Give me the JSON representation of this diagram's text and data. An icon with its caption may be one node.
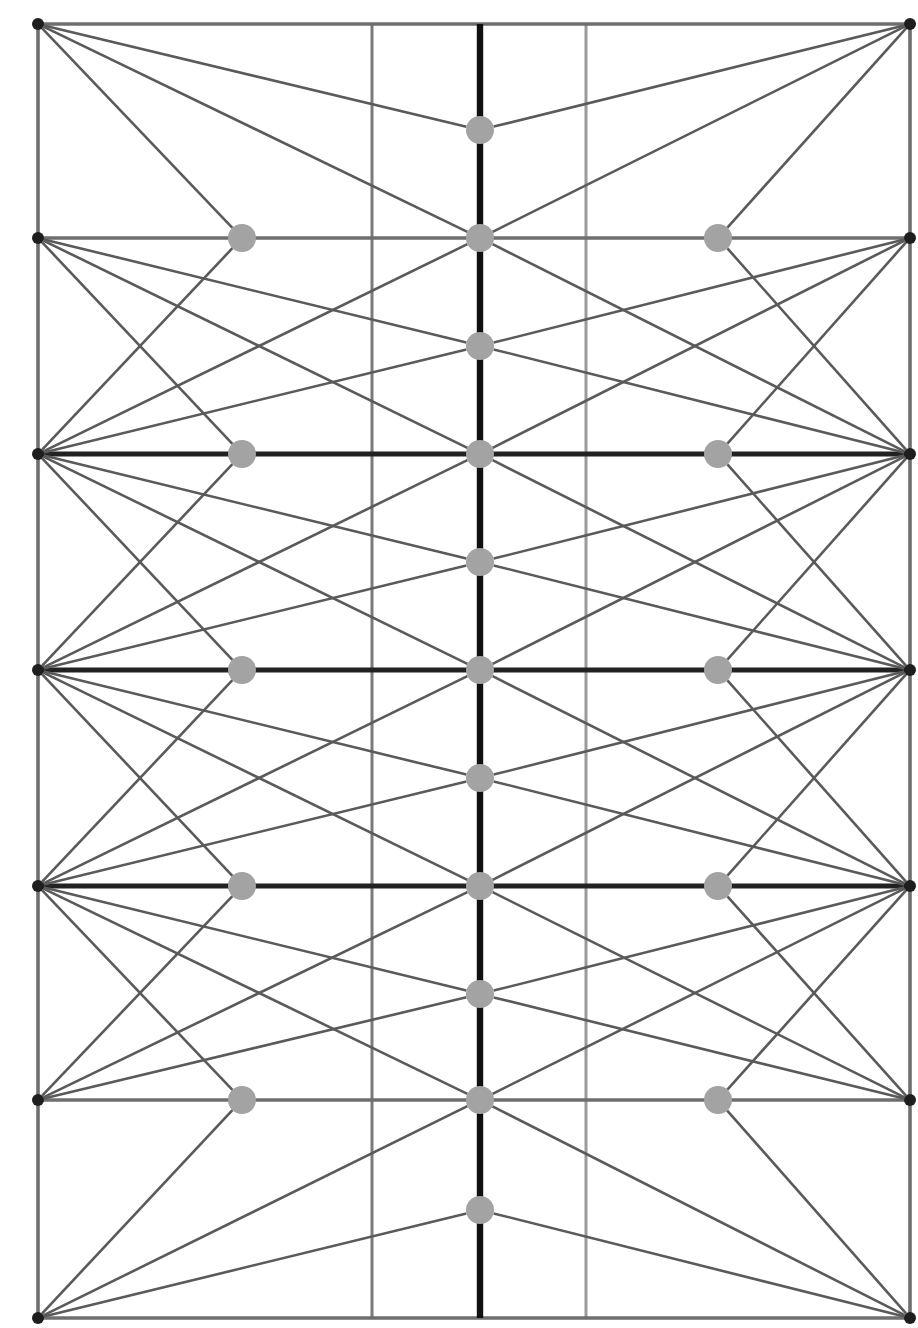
{
  "diagram": {
    "nodes": [
      {
        "text": [],
        "shape": "point"
      },
      {
        "text": [],
        "shape": "point"
      },
      {
        "text": [],
        "shape": "circle"
      },
      {
        "text": [],
        "shape": "point"
      },
      {
        "text": [],
        "shape": "circle"
      },
      {
        "text": [],
        "shape": "circle"
      },
      {
        "text": [],
        "shape": "circle"
      },
      {
        "text": [],
        "shape": "point"
      },
      {
        "text": [],
        "shape": "circle"
      },
      {
        "text": [],
        "shape": "point"
      },
      {
        "text": [],
        "shape": "circle"
      },
      {
        "text": [],
        "shape": "circle"
      },
      {
        "text": [],
        "shape": "circle"
      },
      {
        "text": [],
        "shape": "point"
      },
      {
        "text": [],
        "shape": "circle"
      },
      {
        "text": [],
        "shape": "point"
      },
      {
        "text": [],
        "shape": "circle"
      },
      {
        "text": [],
        "shape": "circle"
      },
      {
        "text": [],
        "shape": "circle"
      },
      {
        "text": [],
        "shape": "point"
      },
      {
        "text": [],
        "shape": "circle"
      },
      {
        "text": [],
        "shape": "point"
      },
      {
        "text": [],
        "shape": "circle"
      },
      {
        "text": [],
        "shape": "circle"
      },
      {
        "text": [],
        "shape": "circle"
      },
      {
        "text": [],
        "shape": "point"
      },
      {
        "text": [],
        "shape": "circle"
      },
      {
        "text": [],
        "shape": "point"
      },
      {
        "text": [],
        "shape": "circle"
      },
      {
        "text": [],
        "shape": "circle"
      },
      {
        "text": [],
        "shape": "circle"
      },
      {
        "text": [],
        "shape": "point"
      },
      {
        "text": [],
        "shape": "circle"
      },
      {
        "text": [],
        "shape": "point"
      },
      {
        "text": [],
        "shape": "point"
      }
    ],
    "edges": [
      {
        "from": 0,
        "to": 2,
        "arrow": "none"
      },
      {
        "from": 0,
        "to": 5,
        "arrow": "none"
      },
      {
        "from": 1,
        "to": 2,
        "arrow": "none"
      },
      {
        "from": 1,
        "to": 5,
        "arrow": "none"
      },
      {
        "from": 3,
        "to": 8,
        "arrow": "none"
      },
      {
        "from": 3,
        "to": 11,
        "arrow": "none"
      },
      {
        "from": 7,
        "to": 8,
        "arrow": "none"
      },
      {
        "from": 7,
        "to": 11,
        "arrow": "none"
      },
      {
        "from": 9,
        "to": 5,
        "arrow": "none"
      },
      {
        "from": 9,
        "to": 8,
        "arrow": "none"
      },
      {
        "from": 9,
        "to": 14,
        "arrow": "none"
      },
      {
        "from": 9,
        "to": 17,
        "arrow": "none"
      },
      {
        "from": 13,
        "to": 5,
        "arrow": "none"
      },
      {
        "from": 13,
        "to": 8,
        "arrow": "none"
      },
      {
        "from": 13,
        "to": 14,
        "arrow": "none"
      },
      {
        "from": 13,
        "to": 17,
        "arrow": "none"
      },
      {
        "from": 15,
        "to": 11,
        "arrow": "none"
      },
      {
        "from": 15,
        "to": 14,
        "arrow": "none"
      },
      {
        "from": 15,
        "to": 20,
        "arrow": "none"
      },
      {
        "from": 15,
        "to": 23,
        "arrow": "none"
      },
      {
        "from": 19,
        "to": 11,
        "arrow": "none"
      },
      {
        "from": 19,
        "to": 14,
        "arrow": "none"
      },
      {
        "from": 19,
        "to": 20,
        "arrow": "none"
      },
      {
        "from": 19,
        "to": 23,
        "arrow": "none"
      },
      {
        "from": 21,
        "to": 17,
        "arrow": "none"
      },
      {
        "from": 21,
        "to": 20,
        "arrow": "none"
      },
      {
        "from": 21,
        "to": 26,
        "arrow": "none"
      },
      {
        "from": 21,
        "to": 29,
        "arrow": "none"
      },
      {
        "from": 25,
        "to": 17,
        "arrow": "none"
      },
      {
        "from": 25,
        "to": 20,
        "arrow": "none"
      },
      {
        "from": 25,
        "to": 26,
        "arrow": "none"
      },
      {
        "from": 25,
        "to": 29,
        "arrow": "none"
      },
      {
        "from": 27,
        "to": 23,
        "arrow": "none"
      },
      {
        "from": 27,
        "to": 26,
        "arrow": "none"
      },
      {
        "from": 31,
        "to": 23,
        "arrow": "none"
      },
      {
        "from": 31,
        "to": 26,
        "arrow": "none"
      },
      {
        "from": 33,
        "to": 29,
        "arrow": "none"
      },
      {
        "from": 33,
        "to": 32,
        "arrow": "none"
      },
      {
        "from": 34,
        "to": 29,
        "arrow": "none"
      },
      {
        "from": 34,
        "to": 32,
        "arrow": "none"
      },
      {
        "from": 0,
        "to": 4,
        "arrow": "none"
      },
      {
        "from": 9,
        "to": 4,
        "arrow": "none"
      },
      {
        "from": 3,
        "to": 10,
        "arrow": "none"
      },
      {
        "from": 15,
        "to": 10,
        "arrow": "none"
      },
      {
        "from": 9,
        "to": 16,
        "arrow": "none"
      },
      {
        "from": 21,
        "to": 16,
        "arrow": "none"
      },
      {
        "from": 15,
        "to": 22,
        "arrow": "none"
      },
      {
        "from": 27,
        "to": 22,
        "arrow": "none"
      },
      {
        "from": 21,
        "to": 28,
        "arrow": "none"
      },
      {
        "from": 33,
        "to": 28,
        "arrow": "none"
      },
      {
        "from": 1,
        "to": 6,
        "arrow": "none"
      },
      {
        "from": 13,
        "to": 6,
        "arrow": "none"
      },
      {
        "from": 7,
        "to": 12,
        "arrow": "none"
      },
      {
        "from": 19,
        "to": 12,
        "arrow": "none"
      },
      {
        "from": 13,
        "to": 18,
        "arrow": "none"
      },
      {
        "from": 25,
        "to": 18,
        "arrow": "none"
      },
      {
        "from": 19,
        "to": 24,
        "arrow": "none"
      },
      {
        "from": 31,
        "to": 24,
        "arrow": "none"
      },
      {
        "from": 25,
        "to": 30,
        "arrow": "none"
      },
      {
        "from": 34,
        "to": 30,
        "arrow": "none"
      }
    ]
  }
}
